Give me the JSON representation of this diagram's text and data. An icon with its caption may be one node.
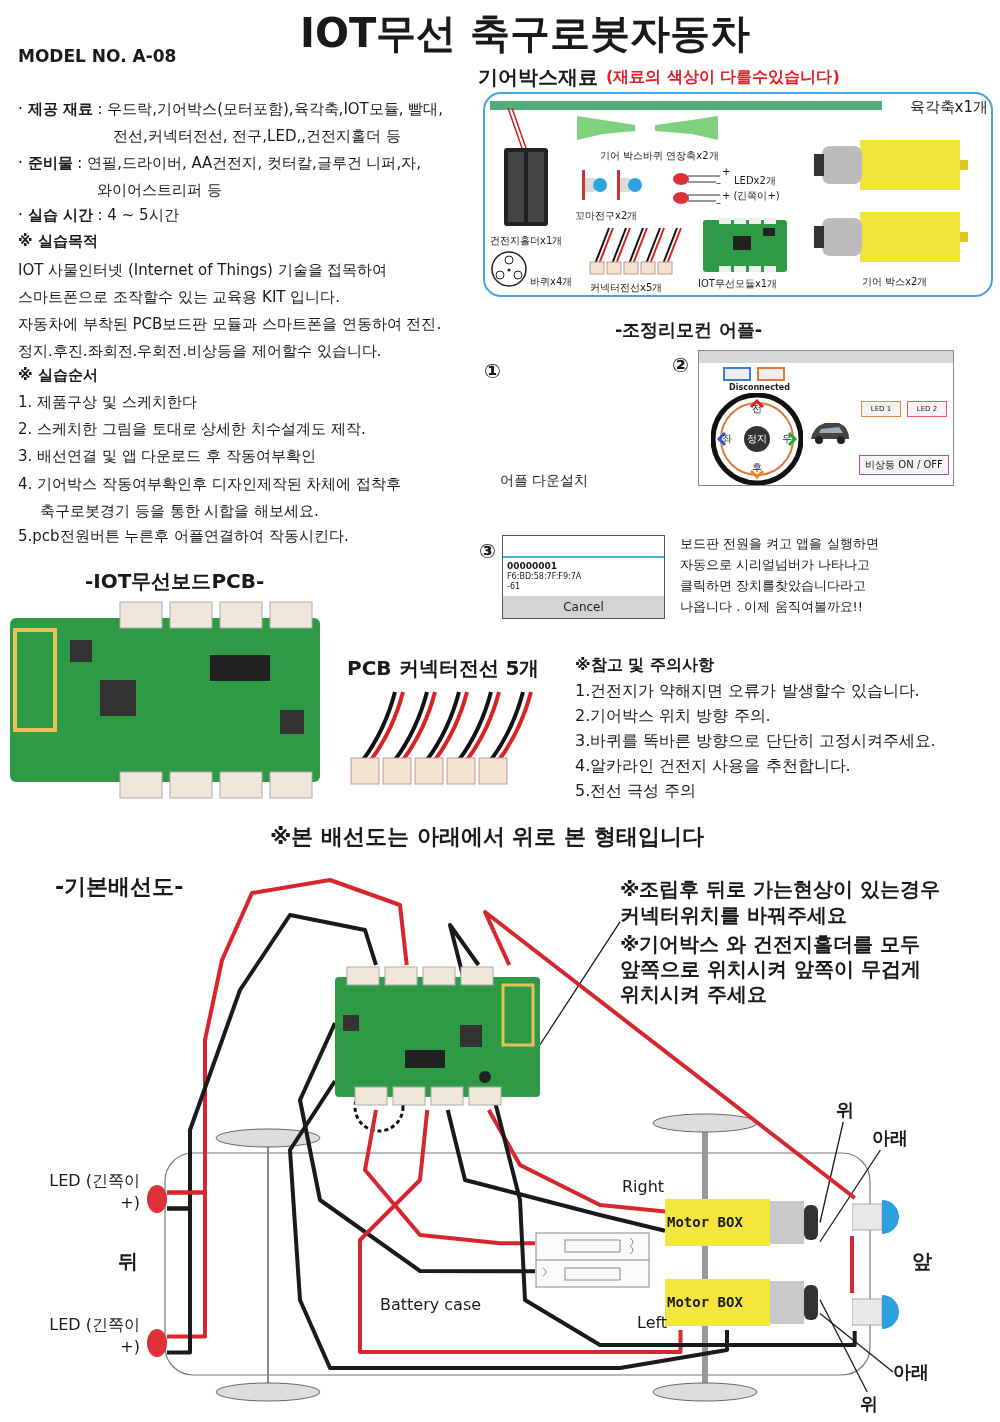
{
  "diagram": {
    "title": "IOT무선 축구로봇자동차",
    "nodes": [
      {
        "text": [
          "기어박스재료",
          "(재료의 색상이 다를수있습니다)"
        ]
      },
      {
        "text": [
          "육각축x1개"
        ],
        "in": 0
      },
      {
        "text": [
          "기어 박스바퀴 연장축x2개"
        ],
        "in": 0
      },
      {
        "text": [
          "건전지홀더x1개"
        ],
        "in": 0
      },
      {
        "text": [
          "꼬마전구x2개"
        ],
        "in": 0
      },
      {
        "text": [
          "LEDx2개",
          "+ (긴쪽이+)"
        ],
        "in": 0
      },
      {
        "text": [
          "바퀴x4개"
        ],
        "in": 0
      },
      {
        "text": [
          "커넥터전선x5개"
        ],
        "in": 0
      },
      {
        "text": [
          "IOT무선모듈x1개"
        ],
        "in": 0
      },
      {
        "text": [
          "기어 박스x2개"
        ],
        "in": 0
      },
      {
        "text": [
          "Disconnected",
          "전",
          "좌",
          "정지",
          "우",
          "후",
          "LED 1",
          "LED 2",
          "비상등 ON / OFF"
        ]
      },
      {
        "text": [
          "00000001",
          "F6:BD:58:7F:F9:7A",
          "-61",
          "Cancel"
        ]
      },
      {
        "text": [],
        "shape": "picture"
      },
      {
        "text": [],
        "shape": "picture",
        "beside": [
          "Battery case"
        ]
      },
      {
        "text": [
          "Motor BOX"
        ],
        "beside": [
          "Right"
        ]
      },
      {
        "text": [
          "Motor BOX"
        ],
        "beside": [
          "Left"
        ]
      },
      {
        "text": [],
        "shape": "circle",
        "beside": [
          "LED (긴쪽이 +)"
        ]
      },
      {
        "text": [],
        "shape": "circle",
        "beside": [
          "LED (긴쪽이 +)"
        ]
      },
      {
        "text": [],
        "shape": "picture"
      },
      {
        "text": [],
        "shape": "picture"
      },
      {
        "text": [
          "※조립후 뒤로 가는현상이 있는경우 커넥터위치를 바꿔주세요"
        ]
      },
      {
        "text": [
          "위"
        ]
      },
      {
        "text": [
          "아래"
        ]
      },
      {
        "text": [
          "아래"
        ]
      },
      {
        "text": [
          "위"
        ]
      }
    ],
    "edges": [
      {
        "from": 20,
        "to": 12,
        "arrow": "none"
      },
      {
        "from": 21,
        "to": 14,
        "arrow": "none"
      },
      {
        "from": 22,
        "to": 14,
        "arrow": "none"
      },
      {
        "from": 23,
        "to": 15,
        "arrow": "none"
      },
      {
        "from": 24,
        "to": 15,
        "arrow": "none"
      },
      {
        "from": 12,
        "to": 16,
        "arrow": "none",
        "color": "#d7262e"
      },
      {
        "from": 12,
        "to": 16,
        "arrow": "none"
      },
      {
        "from": 16,
        "to": 17,
        "arrow": "none",
        "color": "#d7262e"
      },
      {
        "from": 16,
        "to": 17,
        "arrow": "none"
      },
      {
        "from": 12,
        "to": 13,
        "arrow": "none",
        "color": "#d7262e"
      },
      {
        "from": 12,
        "to": 13,
        "arrow": "none"
      },
      {
        "from": 12,
        "to": 14,
        "arrow": "none",
        "color": "#d7262e"
      },
      {
        "from": 12,
        "to": 14,
        "arrow": "none"
      },
      {
        "from": 12,
        "to": 15,
        "arrow": "none",
        "color": "#d7262e"
      },
      {
        "from": 12,
        "to": 15,
        "arrow": "none"
      },
      {
        "from": 12,
        "to": 18,
        "arrow": "none",
        "color": "#d7262e"
      },
      {
        "from": 12,
        "to": 19,
        "arrow": "none"
      },
      {
        "from": 18,
        "to": 19,
        "arrow": "none",
        "color": "#d7262e"
      }
    ],
    "labels": [
      "MODEL NO.  A-08",
      "· **제공 재료** : 우드락,기어박스(모터포함),육각축,IOT모듈, 빨대,전선,커넥터전선, 전구,LED,,건전지홀더 등",
      "· **준비물** : 연필,드라이버, AA건전지, 컷터칼,글루건 니퍼,자,와이어스트리퍼 등",
      "· **실습 시간** : 4 ~ 5시간",
      "※ 실습목적",
      "IOT 사물인터넷 (Internet of Things) 기술을 접목하여 스마트폰으로 조작할수 있는 교육용 KIT 입니다.",
      "자동차에 부착된 PCB보드판 모듈과 스마트폰을 연동하여 전진.정지.후진.좌회전.우회전.비상등을 제어할수 있습니다.",
      "※ 실습순서",
      "1. 제품구상 및 스케치한다",
      "2. 스케치한 그림을 토대로 상세한 치수설계도 제작.",
      "3. 배선연결 및 앱 다운로드 후 작동여부확인",
      "4. 기어박스 작동여부확인후 디자인제작된 차체에 접착후 축구로봇경기 등을 통한 시합을 해보세요.",
      "5.pcb전원버튼 누른후 어플연결하여 작동시킨다.",
      "-조정리모컨 어플-",
      "①",
      "어플 다운설치",
      "②",
      "③",
      "보드판 전원을 켜고 앱을 실행하면 자동으로 시리얼넘버가 나타나고 클릭하면 장치를찾았습니다라고 나옵니다 . 이제 움직여볼까요!!",
      "-IOT무선보드PCB-",
      "PCB 커넥터전선 5개",
      "※참고 및 주의사항",
      "1.건전지가 약해지면 오류가 발생할수 있습니다.",
      "2.기어박스 위치 방향 주의.",
      "3.바퀴를 똑바른 방향으로 단단히 고정시켜주세요.",
      "4.알카라인 건전지 사용을 추천합니다.",
      "5.전선 극성 주의",
      "※본 배선도는 아래에서 위로 본 형태입니다",
      "-기본배선도-",
      "※기어박스 와 건전지홀더를 모두 앞쪽으로 위치시켜 앞쪽이 무겁게 위치시켜 주세요",
      "뒤",
      "앞",
      "+",
      "–",
      "–"
    ]
  }
}
